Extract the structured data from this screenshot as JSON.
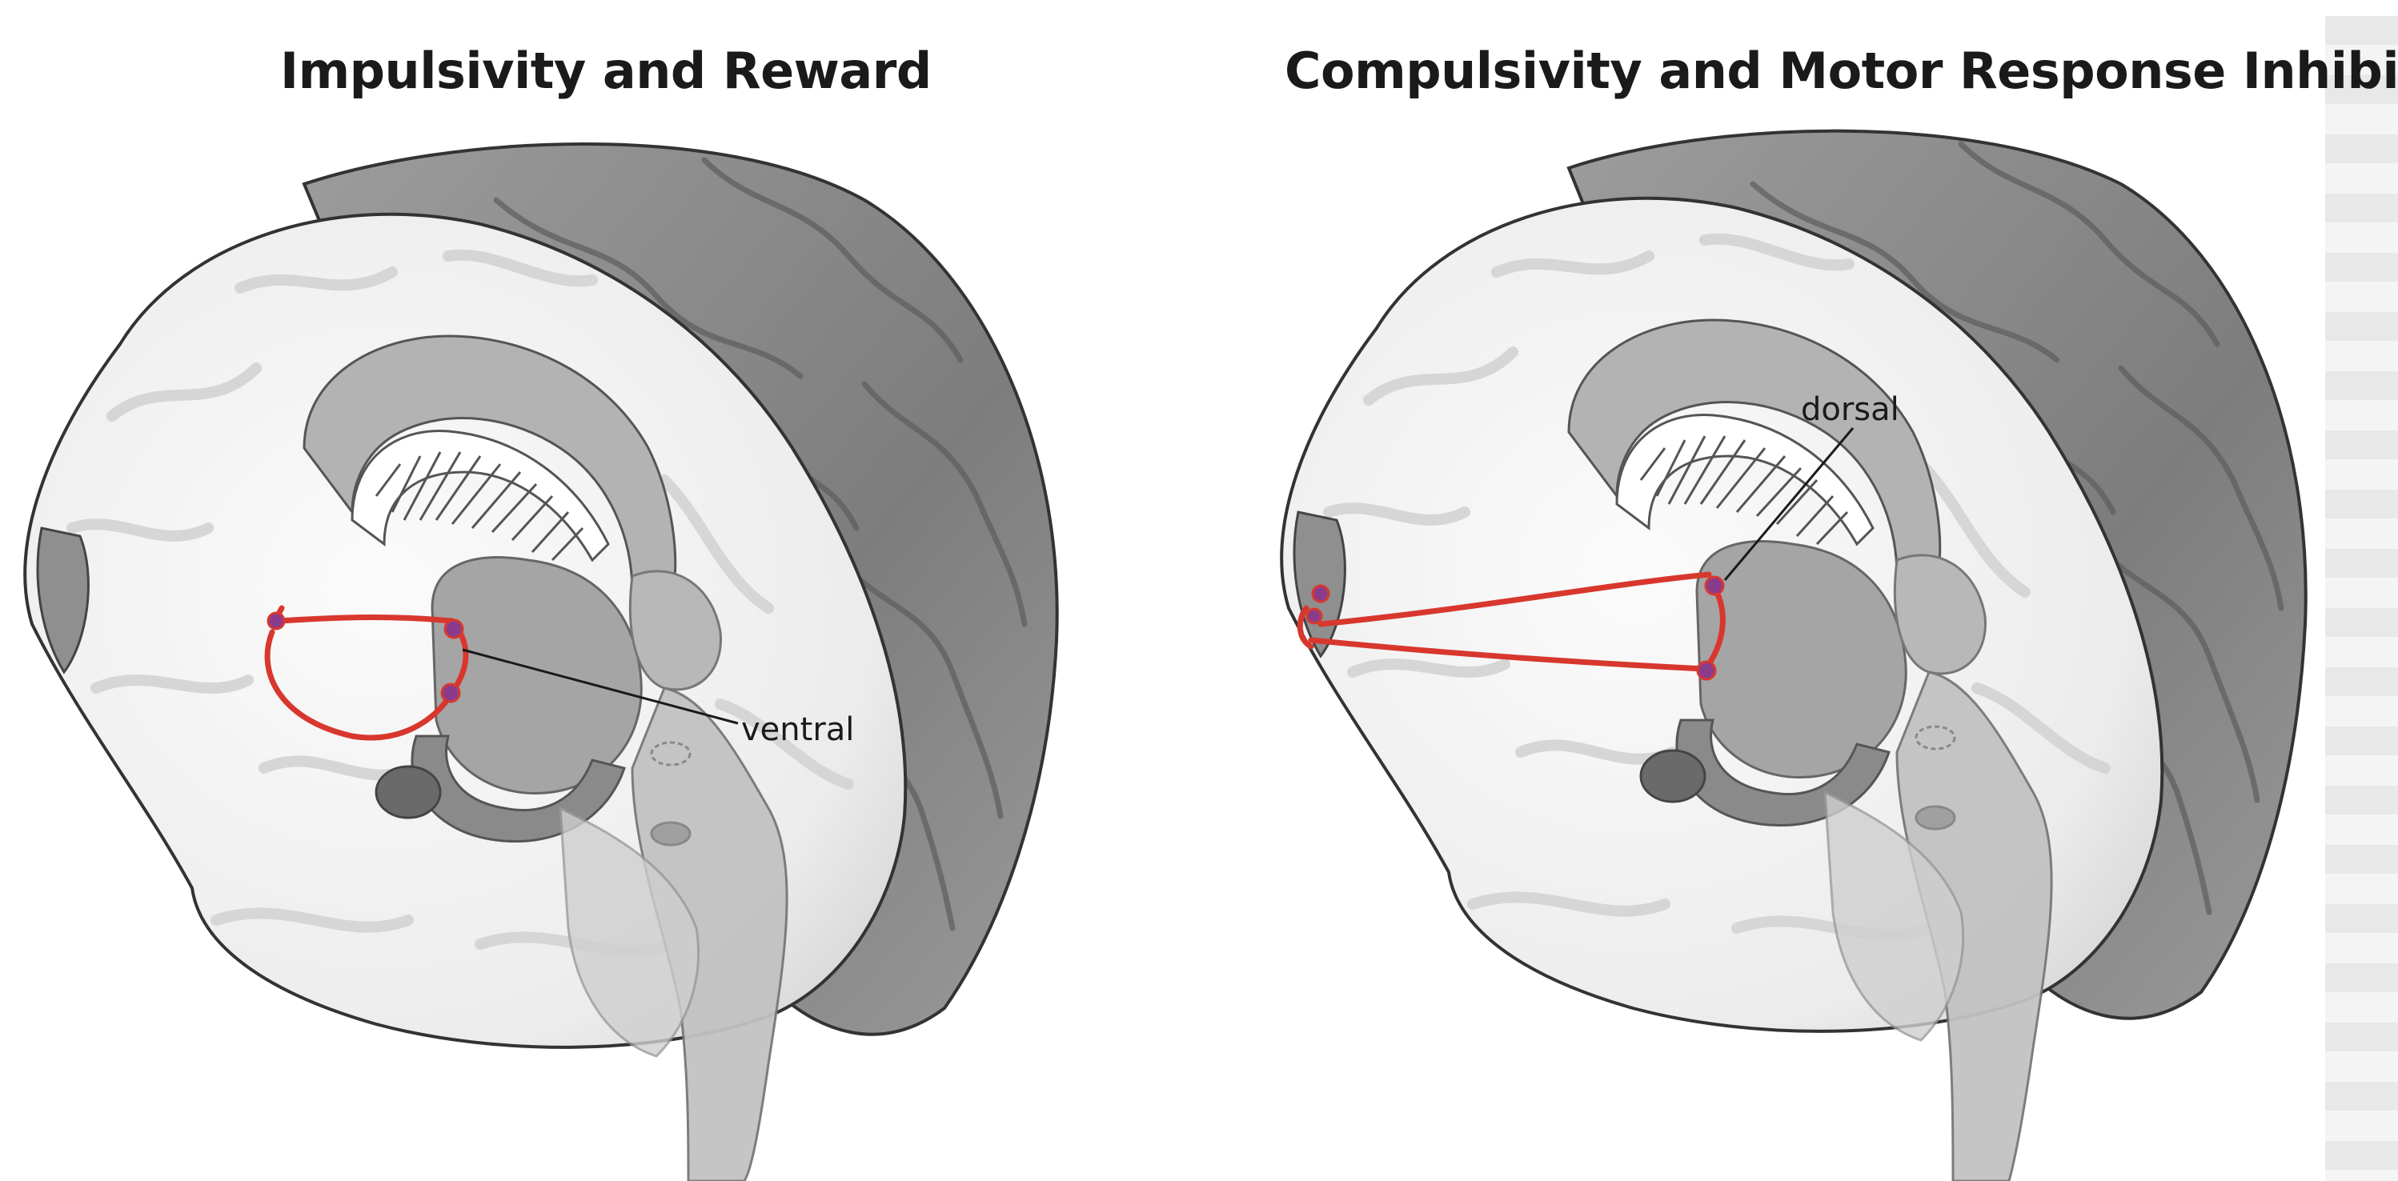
{
  "figure": {
    "panels": [
      {
        "title": "Impulsivity and Reward",
        "region_label": "ventral"
      },
      {
        "title": "Compulsivity and Motor Response Inhibition",
        "region_label": "dorsal"
      }
    ]
  },
  "colors": {
    "pathway": "#d8372e",
    "neuron_node": "#8a3c8c",
    "cortex_shade": "#8f8f8f",
    "medial_surface": "#f0f0f0",
    "deep_structure": "#a8a8a8"
  }
}
